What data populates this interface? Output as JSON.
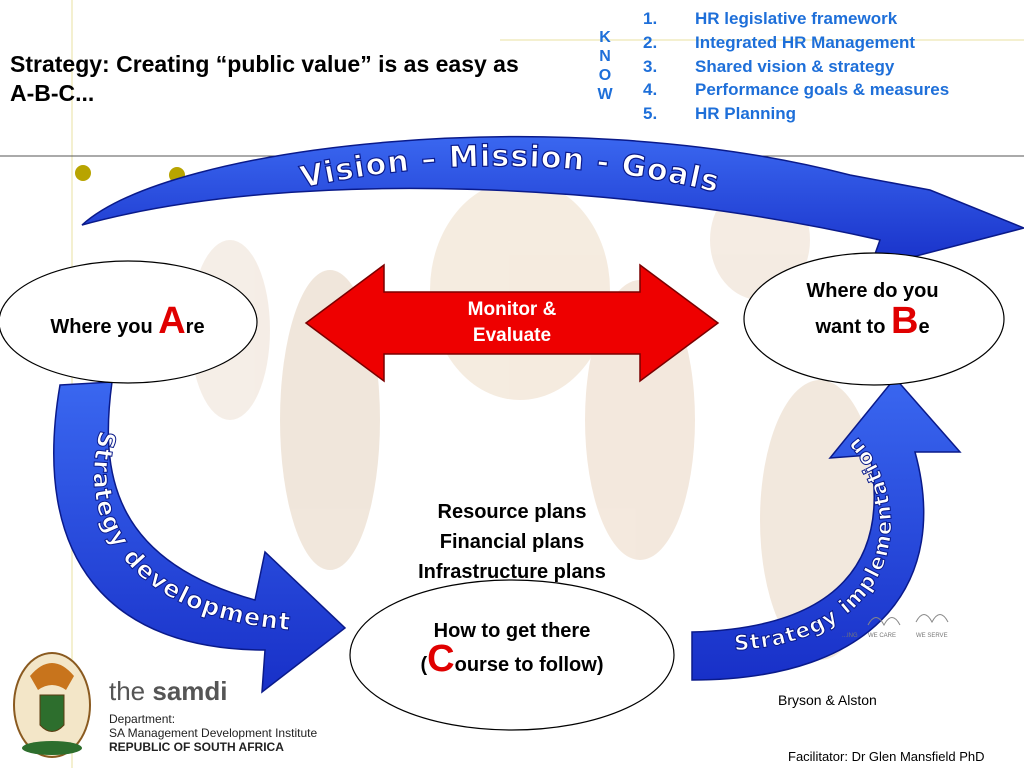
{
  "title": "Strategy: Creating “public value” is as easy as A-B-C...",
  "know": [
    "K",
    "N",
    "O",
    "W"
  ],
  "know_list": [
    {
      "num": "1.",
      "text": "HR legislative framework"
    },
    {
      "num": "2.",
      "text": "Integrated HR Management"
    },
    {
      "num": "3.",
      "text": "Shared vision & strategy"
    },
    {
      "num": "4.",
      "text": "Performance goals & measures"
    },
    {
      "num": "5.",
      "text": "HR Planning"
    }
  ],
  "vision_arrow": "Vision – Mission - Goals",
  "where_are": {
    "pre": "Where you ",
    "big": "A",
    "post": "re"
  },
  "where_be": {
    "line1": "Where do you",
    "pre": "want to ",
    "big": "B",
    "post": "e"
  },
  "monitor": "Monitor & Evaluate",
  "plans": [
    "Resource plans",
    "Financial plans",
    "Infrastructure plans"
  ],
  "how": {
    "line1": "How to get there",
    "pre": "(",
    "big": "C",
    "post": "ourse to follow)"
  },
  "left_arrow": "Strategy development",
  "right_arrow": "Strategy implementation",
  "credit": "Bryson & Alston",
  "facilitator": "Facilitator: Dr Glen Mansfield PhD",
  "logo": {
    "samdi_pre": "the ",
    "samdi": "samdi",
    "dept": [
      "Department:",
      "SA Management Development Institute",
      "REPUBLIC OF SOUTH AFRICA"
    ]
  },
  "we_labels": [
    "...ING",
    "WE CARE",
    "WE SERVE"
  ],
  "colors": {
    "know_blue": "#1e6fd9",
    "arrow_blue": "#1f3fe0",
    "arrow_red": "#ee0000",
    "bullet_gold": "#b8a400"
  }
}
